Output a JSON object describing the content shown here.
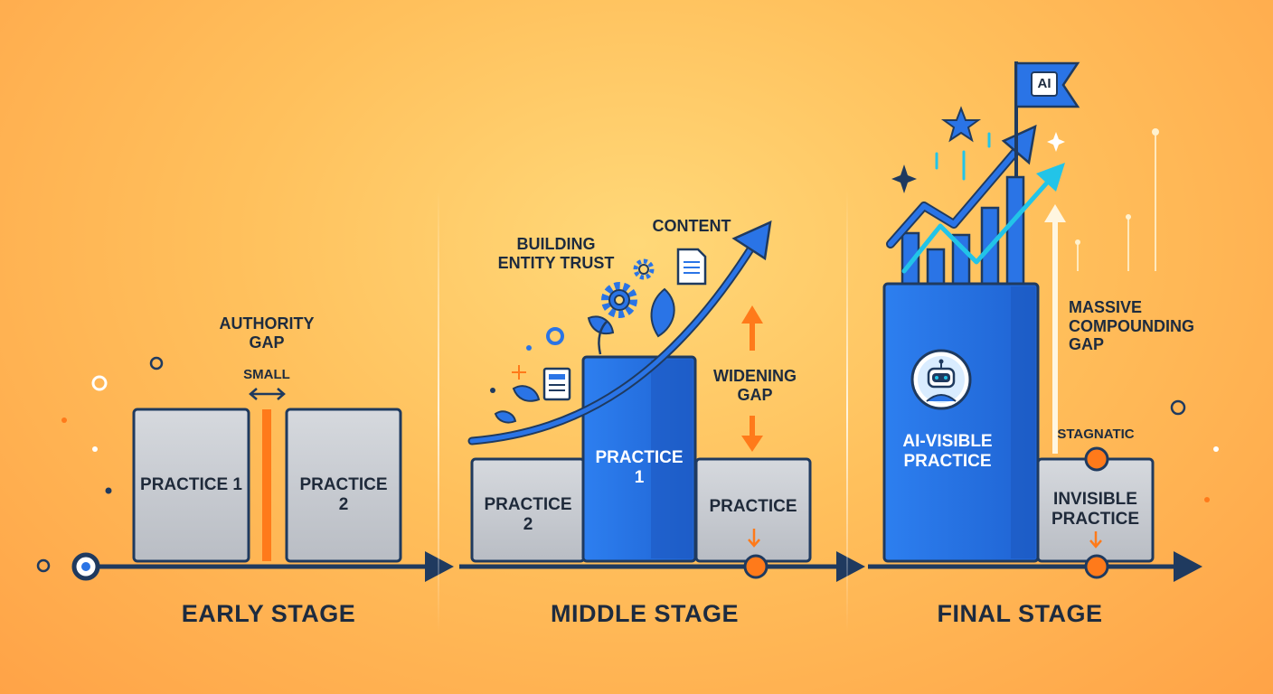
{
  "colors": {
    "background": "#ffb14f",
    "timeline": "#1f3a5f",
    "gap_orange": "#ff7a1a",
    "practice_blue": "#2a74e6",
    "practice_gray": "#c9ccd2",
    "growth_cyan": "#22c4e8"
  },
  "early": {
    "title": "EARLY STAGE",
    "authority_gap": "AUTHORITY\nGAP",
    "small": "SMALL",
    "practice_1": "PRACTICE 1",
    "practice_2": "PRACTICE\n2"
  },
  "middle": {
    "title": "MIDDLE STAGE",
    "building": "BUILDING\nENTITY TRUST",
    "content": "CONTENT",
    "widening_gap": "WIDENING\nGAP",
    "practice_1": "PRACTICE\n1",
    "practice_2": "PRACTICE\n2",
    "practice_3": "PRACTICE"
  },
  "final": {
    "title": "FINAL STAGE",
    "flag": "AI",
    "massive_gap": "MASSIVE\nCOMPOUNDING\nGAP",
    "stagnatic": "STAGNATIC",
    "ai_visible": "AI-VISIBLE\nPRACTICE",
    "invisible": "INVISIBLE\nPRACTICE"
  },
  "icons": [
    "gear-icon",
    "document-icon",
    "leaf-icon",
    "robot-icon",
    "star-icon",
    "sparkle-icon",
    "flag-icon",
    "growth-arrow-icon"
  ]
}
